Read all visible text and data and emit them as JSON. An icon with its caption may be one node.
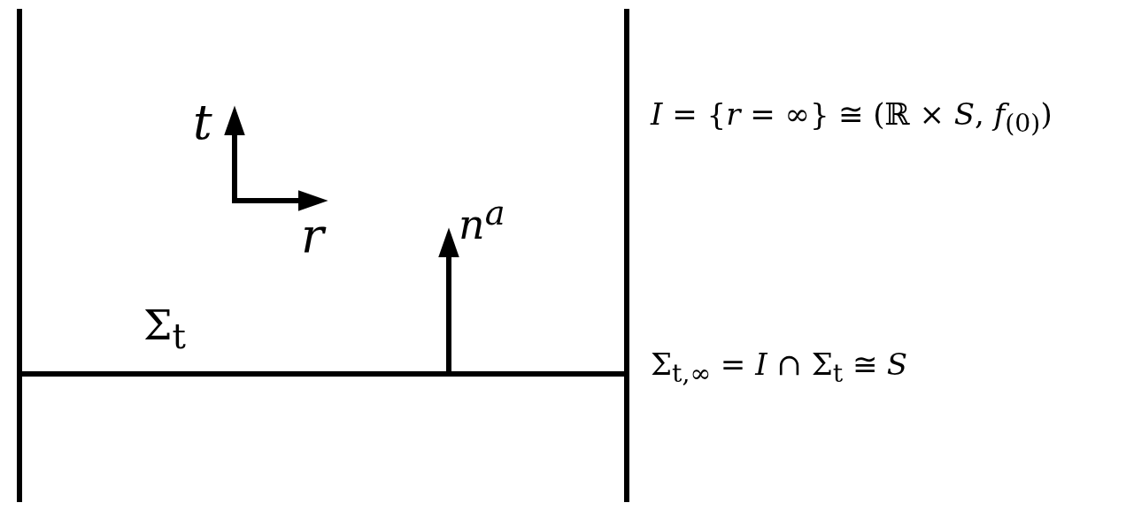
{
  "diagram": {
    "labels": [
      "*t*",
      "*r*",
      "*n*$^{a}$",
      "Σ$_{t}$",
      "*I* = {*r* = ∞} ≅ (ℝ × *S*, *f*$_{(0)}$)",
      "Σ$_{t,∞}$ = *I* ∩ Σ$_{t}$ ≅ *S*"
    ]
  }
}
